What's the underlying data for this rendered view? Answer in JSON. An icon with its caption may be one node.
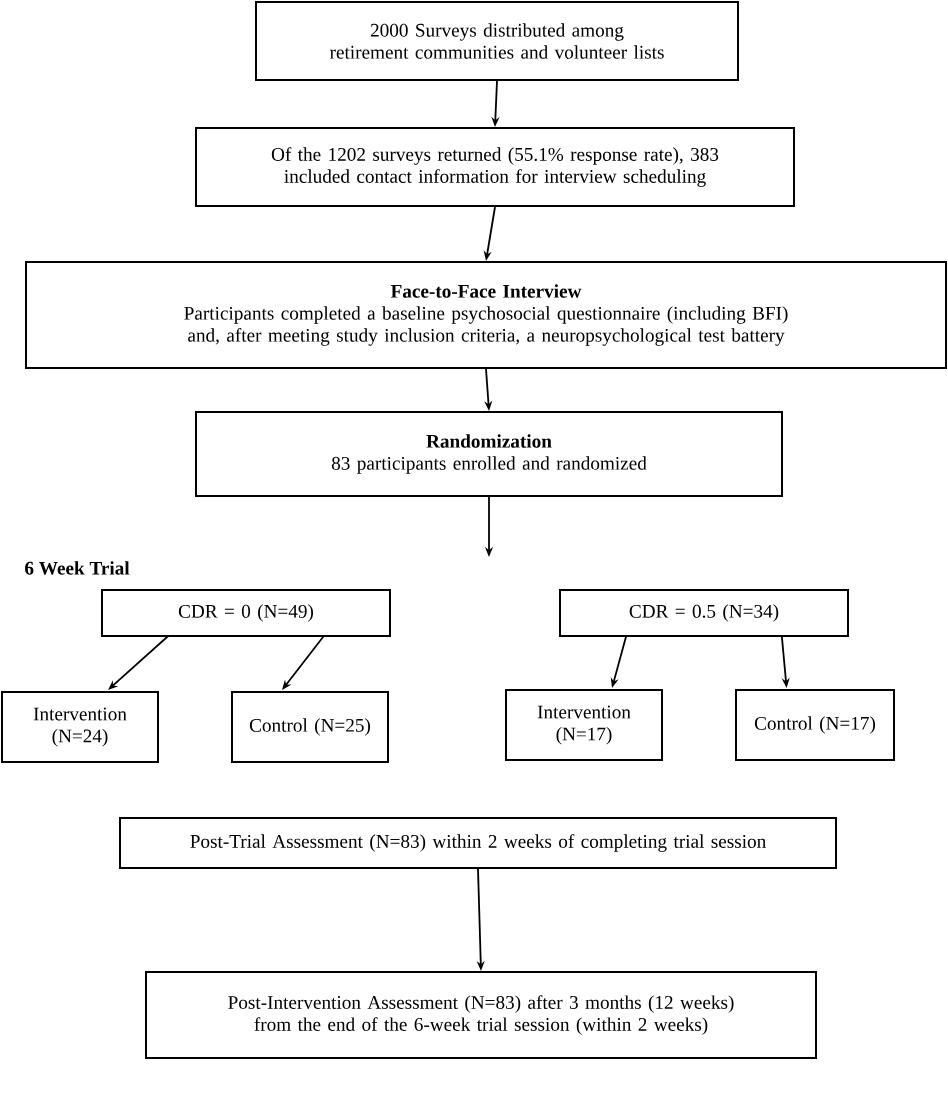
{
  "diagram": {
    "nodes": [
      {
        "text": [
          "2000 Surveys distributed among retirement communities and volunteer lists"
        ]
      },
      {
        "text": [
          "Of the 1202 surveys returned (55.1% response rate), 383 included contact information for interview scheduling"
        ]
      },
      {
        "text": [
          "Face-to-Face Interview",
          "Participants completed a baseline psychosocial questionnaire (including BFI) and, after meeting study inclusion criteria, a neuropsychological test battery"
        ]
      },
      {
        "text": [
          "Randomization",
          "83 participants enrolled and randomized"
        ]
      },
      {
        "text": [
          "CDR = 0 (N=49)"
        ]
      },
      {
        "text": [
          "CDR = 0.5 (N=34)"
        ]
      },
      {
        "text": [
          "Intervention (N=24)"
        ]
      },
      {
        "text": [
          "Control (N=25)"
        ]
      },
      {
        "text": [
          "Intervention (N=17)"
        ]
      },
      {
        "text": [
          "Control (N=17)"
        ]
      },
      {
        "text": [
          "Post-Trial Assessment (N=83) within 2 weeks of completing trial session"
        ]
      },
      {
        "text": [
          "Post-Intervention Assessment (N=83) after 3 months (12 weeks) from the end of the 6-week trial session (within 2 weeks)"
        ]
      }
    ],
    "edges": [
      {
        "from": 0,
        "to": 1,
        "arrow": "to"
      },
      {
        "from": 1,
        "to": 2,
        "arrow": "to"
      },
      {
        "from": 2,
        "to": 3,
        "arrow": "to"
      },
      {
        "from": 3,
        "to": null,
        "arrow": "to"
      },
      {
        "from": 4,
        "to": 6,
        "arrow": "to"
      },
      {
        "from": 4,
        "to": 7,
        "arrow": "to"
      },
      {
        "from": 5,
        "to": 8,
        "arrow": "to"
      },
      {
        "from": 5,
        "to": 9,
        "arrow": "to"
      },
      {
        "from": 10,
        "to": 11,
        "arrow": "to"
      }
    ],
    "labels": [
      "6 Week Trial"
    ]
  }
}
